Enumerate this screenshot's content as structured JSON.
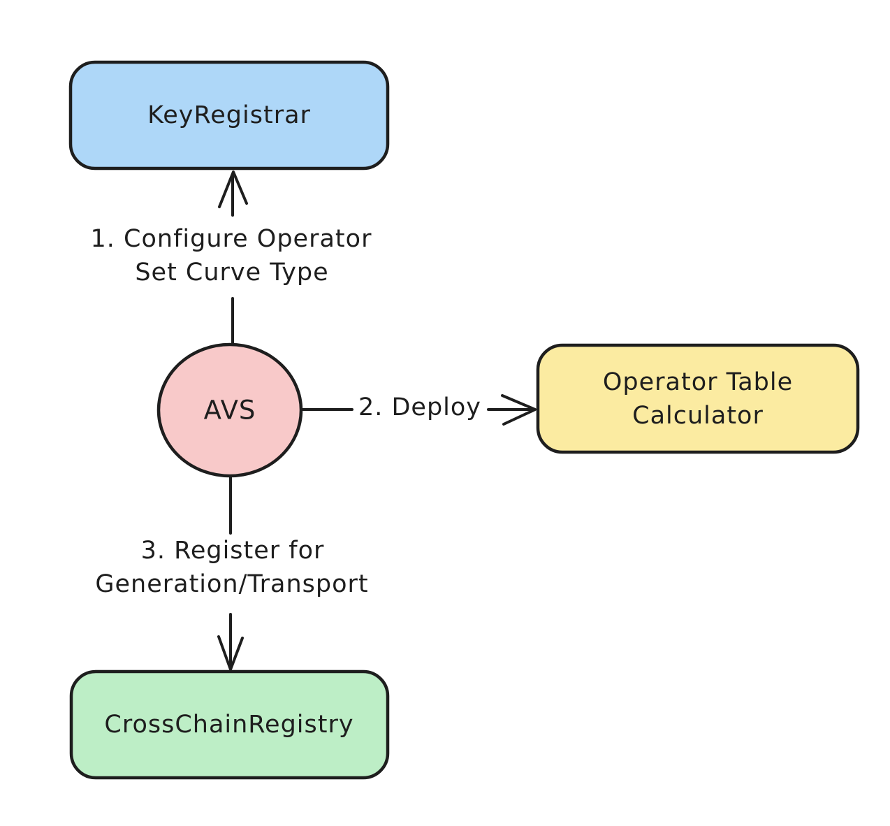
{
  "diagram": {
    "background_color": "#ffffff",
    "stroke_color": "#1e1e1e",
    "nodes": {
      "key_registrar": {
        "label": "KeyRegistrar",
        "shape": "rounded-rectangle",
        "fill": "#aed7f8"
      },
      "avs": {
        "label": "AVS",
        "shape": "ellipse",
        "fill": "#f8c9c9"
      },
      "operator_table_calculator": {
        "label_line1": "Operator Table",
        "label_line2": "Calculator",
        "shape": "rounded-rectangle",
        "fill": "#fbeba1"
      },
      "cross_chain_registry": {
        "label": "CrossChainRegistry",
        "shape": "rounded-rectangle",
        "fill": "#bdeec6"
      }
    },
    "edges": {
      "configure": {
        "from": "avs",
        "to": "key_registrar",
        "label_line1": "1. Configure Operator",
        "label_line2": "Set Curve Type"
      },
      "deploy": {
        "from": "avs",
        "to": "operator_table_calculator",
        "label": "2. Deploy"
      },
      "register": {
        "from": "avs",
        "to": "cross_chain_registry",
        "label_line1": "3. Register for",
        "label_line2": "Generation/Transport"
      }
    }
  }
}
